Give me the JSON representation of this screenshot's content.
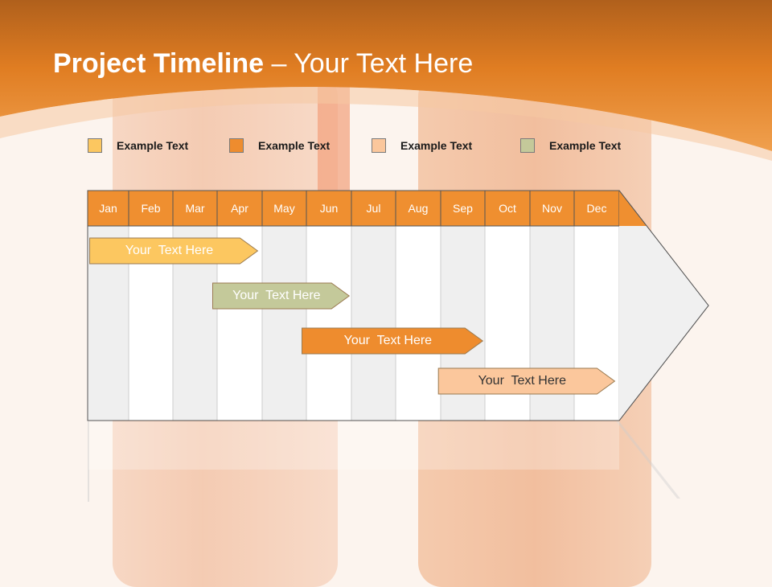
{
  "title": {
    "bold": "Project Timeline",
    "rest": " – Your Text Here"
  },
  "legend": [
    {
      "label": "Example Text",
      "color": "#fcc760"
    },
    {
      "label": "Example Text",
      "color": "#ee8c2e"
    },
    {
      "label": "Example Text",
      "color": "#fbc79c"
    },
    {
      "label": "Example Text",
      "color": "#c4c99a"
    }
  ],
  "months": [
    "Jan",
    "Feb",
    "Mar",
    "Apr",
    "May",
    "Jun",
    "Jul",
    "Aug",
    "Sep",
    "Oct",
    "Nov",
    "Dec"
  ],
  "tasks": [
    {
      "label": "Your  Text Here",
      "start_month": 1.05,
      "end_month": 4.9,
      "color": "#fcc760",
      "text_color": "#ffffff"
    },
    {
      "label": "Your  Text Here",
      "start_month": 3.9,
      "end_month": 6.95,
      "color": "#c4c99a",
      "text_color": "#ffffff"
    },
    {
      "label": "Your  Text Here",
      "start_month": 5.9,
      "end_month": 9.95,
      "color": "#ee8c2e",
      "text_color": "#ffffff"
    },
    {
      "label": "Your  Text Here",
      "start_month": 8.95,
      "end_month": 12.9,
      "color": "#fbc79c",
      "text_color": "#333333"
    }
  ],
  "colors": {
    "header": "#e8872a",
    "header_dark": "#b5621a",
    "month_bar": "#ef8f30",
    "grid_shade": "#efefef"
  }
}
